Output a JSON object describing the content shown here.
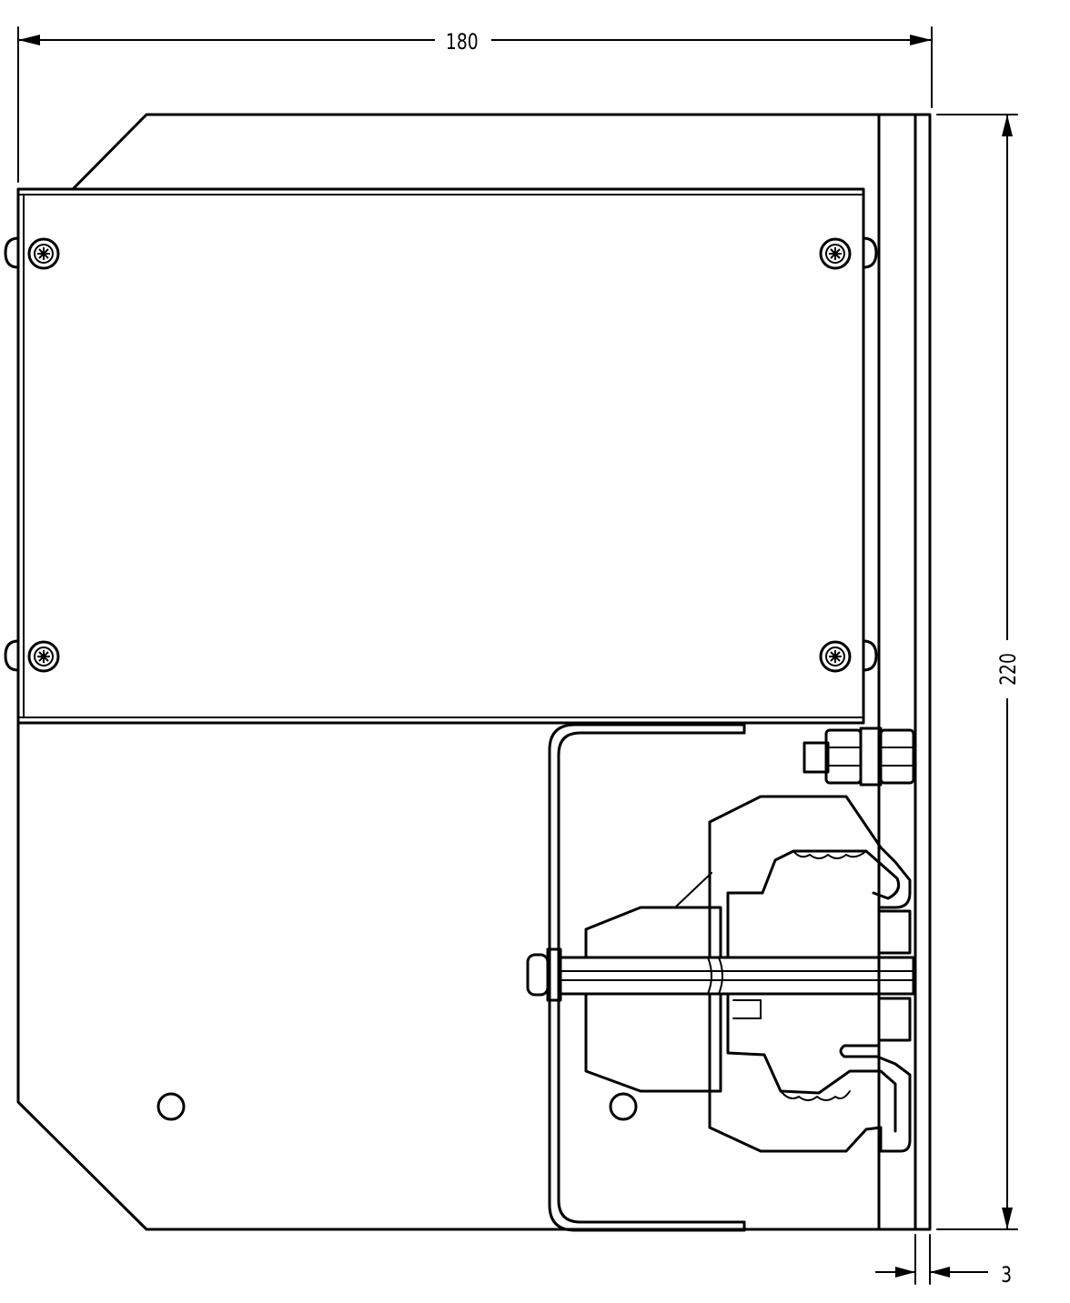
{
  "dimensions": {
    "width_label": "180",
    "height_label": "220",
    "thickness_label": "3"
  }
}
